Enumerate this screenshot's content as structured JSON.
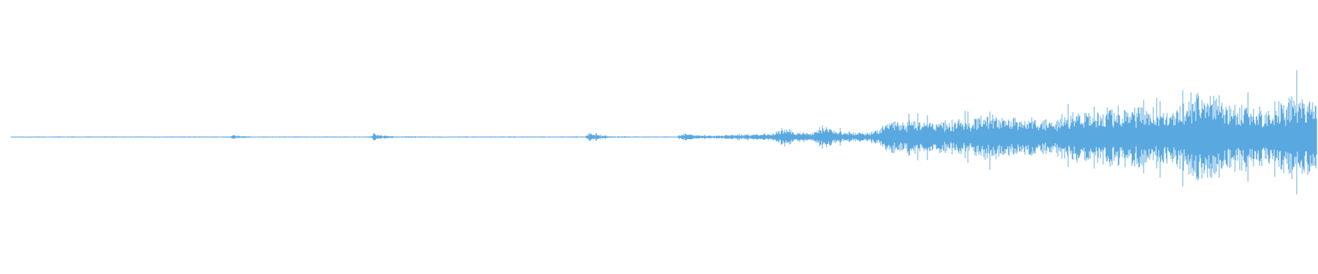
{
  "waveform": {
    "color": "#5aa8e0",
    "background": "#ffffff",
    "envelope": [
      [
        0.0,
        0.004
      ],
      [
        0.008,
        0.004
      ],
      [
        0.02,
        0.003
      ],
      [
        0.06,
        0.004
      ],
      [
        0.095,
        0.004
      ],
      [
        0.12,
        0.003
      ],
      [
        0.15,
        0.004
      ],
      [
        0.168,
        0.005
      ],
      [
        0.17,
        0.045
      ],
      [
        0.175,
        0.02
      ],
      [
        0.185,
        0.008
      ],
      [
        0.2,
        0.004
      ],
      [
        0.24,
        0.004
      ],
      [
        0.275,
        0.004
      ],
      [
        0.278,
        0.06
      ],
      [
        0.284,
        0.03
      ],
      [
        0.295,
        0.012
      ],
      [
        0.32,
        0.008
      ],
      [
        0.36,
        0.007
      ],
      [
        0.4,
        0.008
      ],
      [
        0.44,
        0.009
      ],
      [
        0.443,
        0.07
      ],
      [
        0.45,
        0.03
      ],
      [
        0.46,
        0.012
      ],
      [
        0.49,
        0.008
      ],
      [
        0.51,
        0.008
      ],
      [
        0.514,
        0.06
      ],
      [
        0.525,
        0.035
      ],
      [
        0.54,
        0.03
      ],
      [
        0.56,
        0.04
      ],
      [
        0.585,
        0.06
      ],
      [
        0.592,
        0.16
      ],
      [
        0.6,
        0.09
      ],
      [
        0.612,
        0.06
      ],
      [
        0.618,
        0.14
      ],
      [
        0.625,
        0.17
      ],
      [
        0.632,
        0.11
      ],
      [
        0.645,
        0.07
      ],
      [
        0.66,
        0.08
      ],
      [
        0.668,
        0.18
      ],
      [
        0.672,
        0.3
      ],
      [
        0.68,
        0.25
      ],
      [
        0.7,
        0.26
      ],
      [
        0.72,
        0.24
      ],
      [
        0.738,
        0.33
      ],
      [
        0.745,
        0.4
      ],
      [
        0.76,
        0.32
      ],
      [
        0.78,
        0.3
      ],
      [
        0.8,
        0.28
      ],
      [
        0.815,
        0.42
      ],
      [
        0.83,
        0.45
      ],
      [
        0.85,
        0.5
      ],
      [
        0.87,
        0.52
      ],
      [
        0.89,
        0.45
      ],
      [
        0.905,
        0.7
      ],
      [
        0.92,
        0.76
      ],
      [
        0.935,
        0.56
      ],
      [
        0.95,
        0.5
      ],
      [
        0.965,
        0.44
      ],
      [
        0.98,
        0.7
      ],
      [
        0.99,
        0.58
      ],
      [
        1.0,
        0.62
      ]
    ]
  }
}
